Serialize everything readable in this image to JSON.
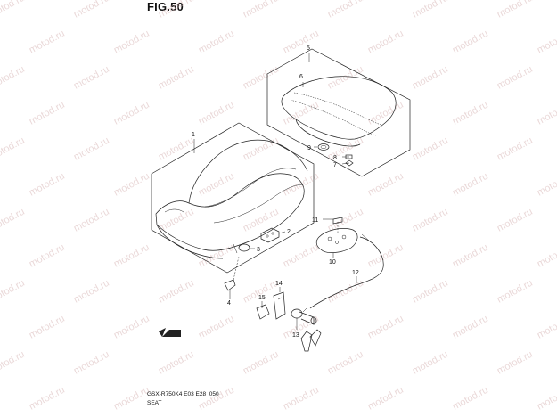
{
  "figure_title": "FIG.50",
  "model_code": "GSX-R750K4 E03 E28_050",
  "caption": "SEAT",
  "watermark_text": "motod.ru",
  "callouts": [
    "1",
    "2",
    "3",
    "4",
    "5",
    "6",
    "7",
    "8",
    "9",
    "10",
    "11",
    "12",
    "13",
    "14",
    "15"
  ],
  "colors": {
    "line": "#222222",
    "watermark": "#d9b9b9",
    "background": "#ffffff"
  },
  "icons": [
    "front-arrow-icon"
  ]
}
